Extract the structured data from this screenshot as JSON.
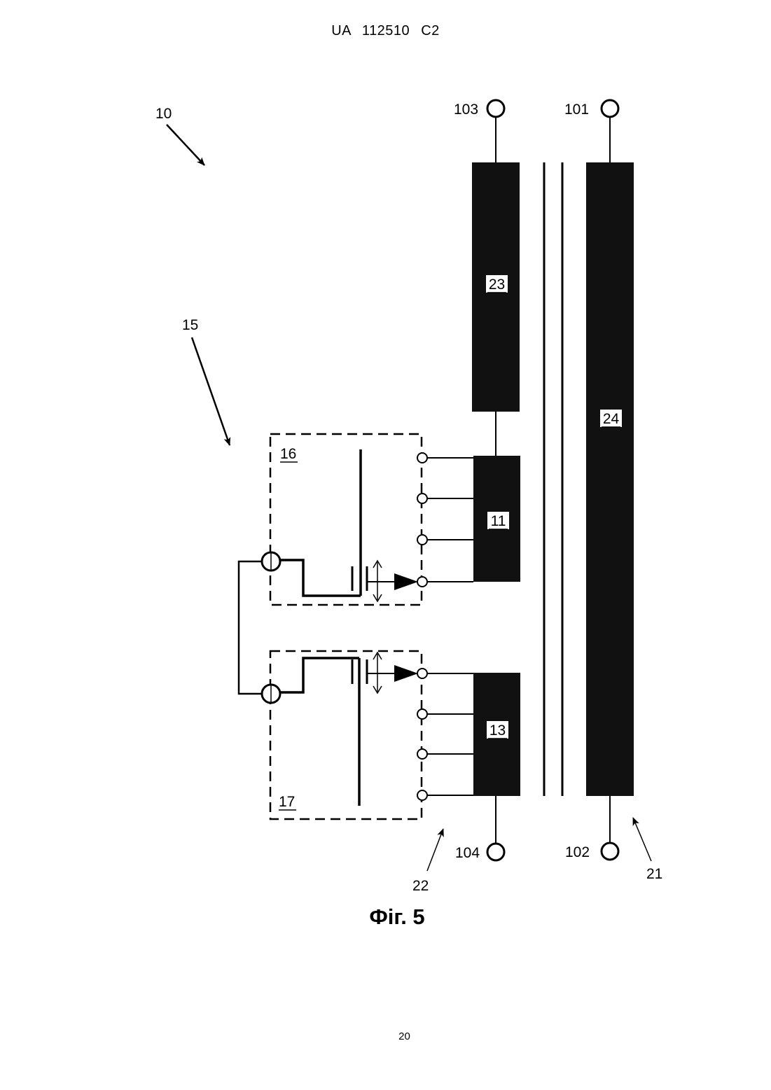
{
  "header": {
    "text": "UA 112510 C2"
  },
  "page_number": "20",
  "figure": {
    "caption": "Фіг. 5",
    "labels": {
      "assembly": "10",
      "unit": "15",
      "module_top": "16",
      "module_bottom": "17",
      "arrow_22": "22",
      "arrow_21": "21"
    },
    "terminals": {
      "t103": "103",
      "t101": "101",
      "t104": "104",
      "t102": "102"
    },
    "blocks": {
      "b23": "23",
      "b24": "24",
      "b11": "11",
      "b13": "13"
    }
  }
}
